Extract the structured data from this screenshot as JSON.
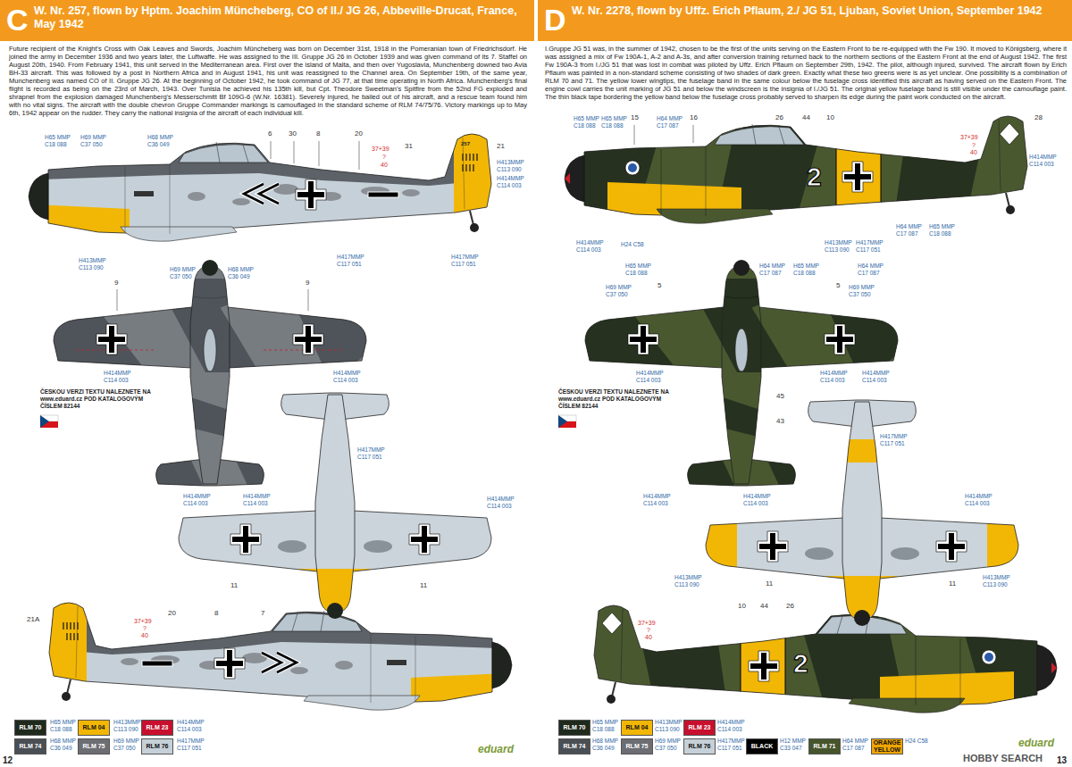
{
  "diagram": {
    "nodes": [
      {
        "text": [
          "C",
          "W. Nr. 257, flown by Hptm. Joachim Müncheberg, CO of II./ JG 26, Abbeville-Drucat, France, May 1942"
        ]
      },
      {
        "text": [
          "D",
          "W. Nr. 2278, flown by Uffz. Erich Pflaum, 2./ JG 51, Ljuban, Soviet Union, September 1942"
        ]
      }
    ],
    "labels": [
      "Future recipient of the Knight's Cross with Oak Leaves and Swords, Joachim Müncheberg was born on December 31st, 1918 in the Pomeranian town of Friedrichsdorf. He joined the army in December 1936 and two years later, the Luftwaffe. He was assigned to the III. Gruppe JG 26 in October 1939 and was given command of its 7. Staffel on August 20th, 1940. From February 1941, this unit served in the Mediterranean area. First over the island of Malta, and then over Yugoslavia, Munchenberg downed two Avia BH-33 aircraft. This was followed by a post in Northern Africa and in August 1941, his unit was reassigned to the Channel area. On September 19th, of the same year, Munchenberg was named CO of II. Gruppe JG 26. At the beginning of October 1942, he took command of JG 77, at that time operating in North Africa. Munchenberg's final flight is recorded as being on the 23rd of March, 1943. Over Tunisia he achieved his 135th kill, but Cpt. Theodore Sweetman's Spitfire from the 52nd FG exploded and shrapnel from the explosion damaged Munchenberg's Messerschmitt Bf 109G-6 (W.Nr. 16381). Severely injured, he bailed out of his aircraft, and a rescue team found him with no vital signs. The aircraft with the double chevron Gruppe Commander markings is camouflaged in the standard scheme of RLM 74/75/76. Victory markings up to May 6th, 1942 appear on the rudder. They carry the national insignia of the aircraft of each individual kill.",
      "I.Gruppe JG 51 was, in the summer of 1942, chosen to be the first of the units serving on the Eastern Front to be re-equipped with the Fw 190. It moved to Königsberg, where it was assigned a mix of Fw 190A-1, A-2 and A-3s, and after conversion training returned back to the northern sections of the Eastern Front at the end of August 1942. The first Fw 190A-3 from I./JG 51 that was lost in combat was piloted by Uffz. Erich Pflaum on September 29th, 1942. The pilot, although injured, survived. The aircraft flown by Erich Pflaum was painted in a non-standard scheme consisting of two shades of dark green. Exactly what these two greens were is as yet unclear. One possibility is a combination of RLM 70 and 71. The yellow lower wingtips, the fuselage band in the same colour below the fuselage cross identified this aircraft as having served on the Eastern Front. The engine cowl carries the unit marking of JG 51 and below the windscreen is the insignia of I./JG 51. The original yellow fuselage band is still visible under the camouflage paint. The thin black tape bordering the yellow band below the fuselage cross probably served to sharpen its edge during the paint work conducted on the aircraft.",
      "ČESKOU VERZI TEXTU NALEZNETE NA www.eduard.cz POD KATALOGOVÝM ČÍSLEM 82144",
      "ČESKOU VERZI TEXTU NALEZNETE NA www.eduard.cz POD KATALOGOVÝM ČÍSLEM 82144",
      "12",
      "13",
      "eduard",
      "eduard",
      "HOBBY SEARCH",
      "6",
      "30",
      "8",
      "20",
      "31",
      "21",
      "37+39",
      "?",
      "40",
      "257",
      "9",
      "9",
      "11",
      "11",
      "21A",
      "20",
      "8",
      "7",
      "37+39",
      "?",
      "40",
      "H65 MMP C18 088",
      "H69 MMP C37 050",
      "H68 MMP C36 049",
      "H413MMP C113 090",
      "H414MMP C114 003",
      "H413MMP C113 090",
      "H417MMP C117 051",
      "H417MMP C117 051",
      "H69 MMP C37 050",
      "H68 MMP C36 049",
      "H414MMP C114 003",
      "H414MMP C114 003",
      "H417MMP C117 051",
      "H414MMP C114 003",
      "H414MMP C114 003",
      "H414MMP C114 003",
      "H65 MMP C18 088",
      "H413MMP C113 090",
      "H414MMP C114 003",
      "H68 MMP C36 049",
      "H69 MMP C37 050",
      "H417MMP C117 051",
      "15",
      "16",
      "26",
      "44",
      "10",
      "28",
      "37+39",
      "?",
      "40",
      "5",
      "5",
      "45",
      "43",
      "11",
      "11",
      "37+39",
      "?",
      "40",
      "10",
      "44",
      "26",
      "2",
      "2",
      "H65 MMP C18 088",
      "H65 MMP C18 088",
      "H64 MMP C17 087",
      "H414MMP C114 003",
      "H414MMP C114 003",
      "H24 C58",
      "H413MMP C113 090",
      "H417MMP C117 051",
      "H64 MMP C17 087",
      "H65 MMP C18 088",
      "H65 MMP C18 088",
      "H69 MMP C37 050",
      "H64 MMP C17 087",
      "H65 MMP C18 088",
      "H64 MMP C17 087",
      "H69 MMP C37 050",
      "H414MMP C114 003",
      "H414MMP C114 003",
      "H414MMP C114 003",
      "H417MMP C117 051",
      "H414MMP C114 003",
      "H414MMP C114 003",
      "H414MMP C114 003",
      "H413MMP C113 090",
      "H413MMP C113 090",
      "H65 MMP C18 088",
      "H413MMP C113 090",
      "H414MMP C114 003",
      "H68 MMP C36 049",
      "H69 MMP C37 050",
      "H417MMP C117 051",
      "H12 MMP C33 047",
      "H64 MMP C17 087",
      "H24 C58"
    ],
    "legend": [
      {
        "text": "RLM 70",
        "color": "#1f2a1c"
      },
      {
        "text": "RLM 04",
        "color": "#f2b705"
      },
      {
        "text": "RLM 23",
        "color": "#c8102e"
      },
      {
        "text": "RLM 74",
        "color": "#4a4f55"
      },
      {
        "text": "RLM 75",
        "color": "#6c6e73"
      },
      {
        "text": "RLM 76",
        "color": "#c6d0d8"
      },
      {
        "text": "RLM 70",
        "color": "#1f2a1c"
      },
      {
        "text": "RLM 04",
        "color": "#f2b705"
      },
      {
        "text": "RLM 23",
        "color": "#c8102e"
      },
      {
        "text": "RLM 74",
        "color": "#4a4f55"
      },
      {
        "text": "RLM 75",
        "color": "#6c6e73"
      },
      {
        "text": "RLM 76",
        "color": "#c6d0d8"
      },
      {
        "text": "BLACK",
        "color": "#000000"
      },
      {
        "text": "RLM 71",
        "color": "#46552c"
      },
      {
        "text": "ORANGE YELLOW",
        "color": "#f0a500"
      }
    ]
  }
}
